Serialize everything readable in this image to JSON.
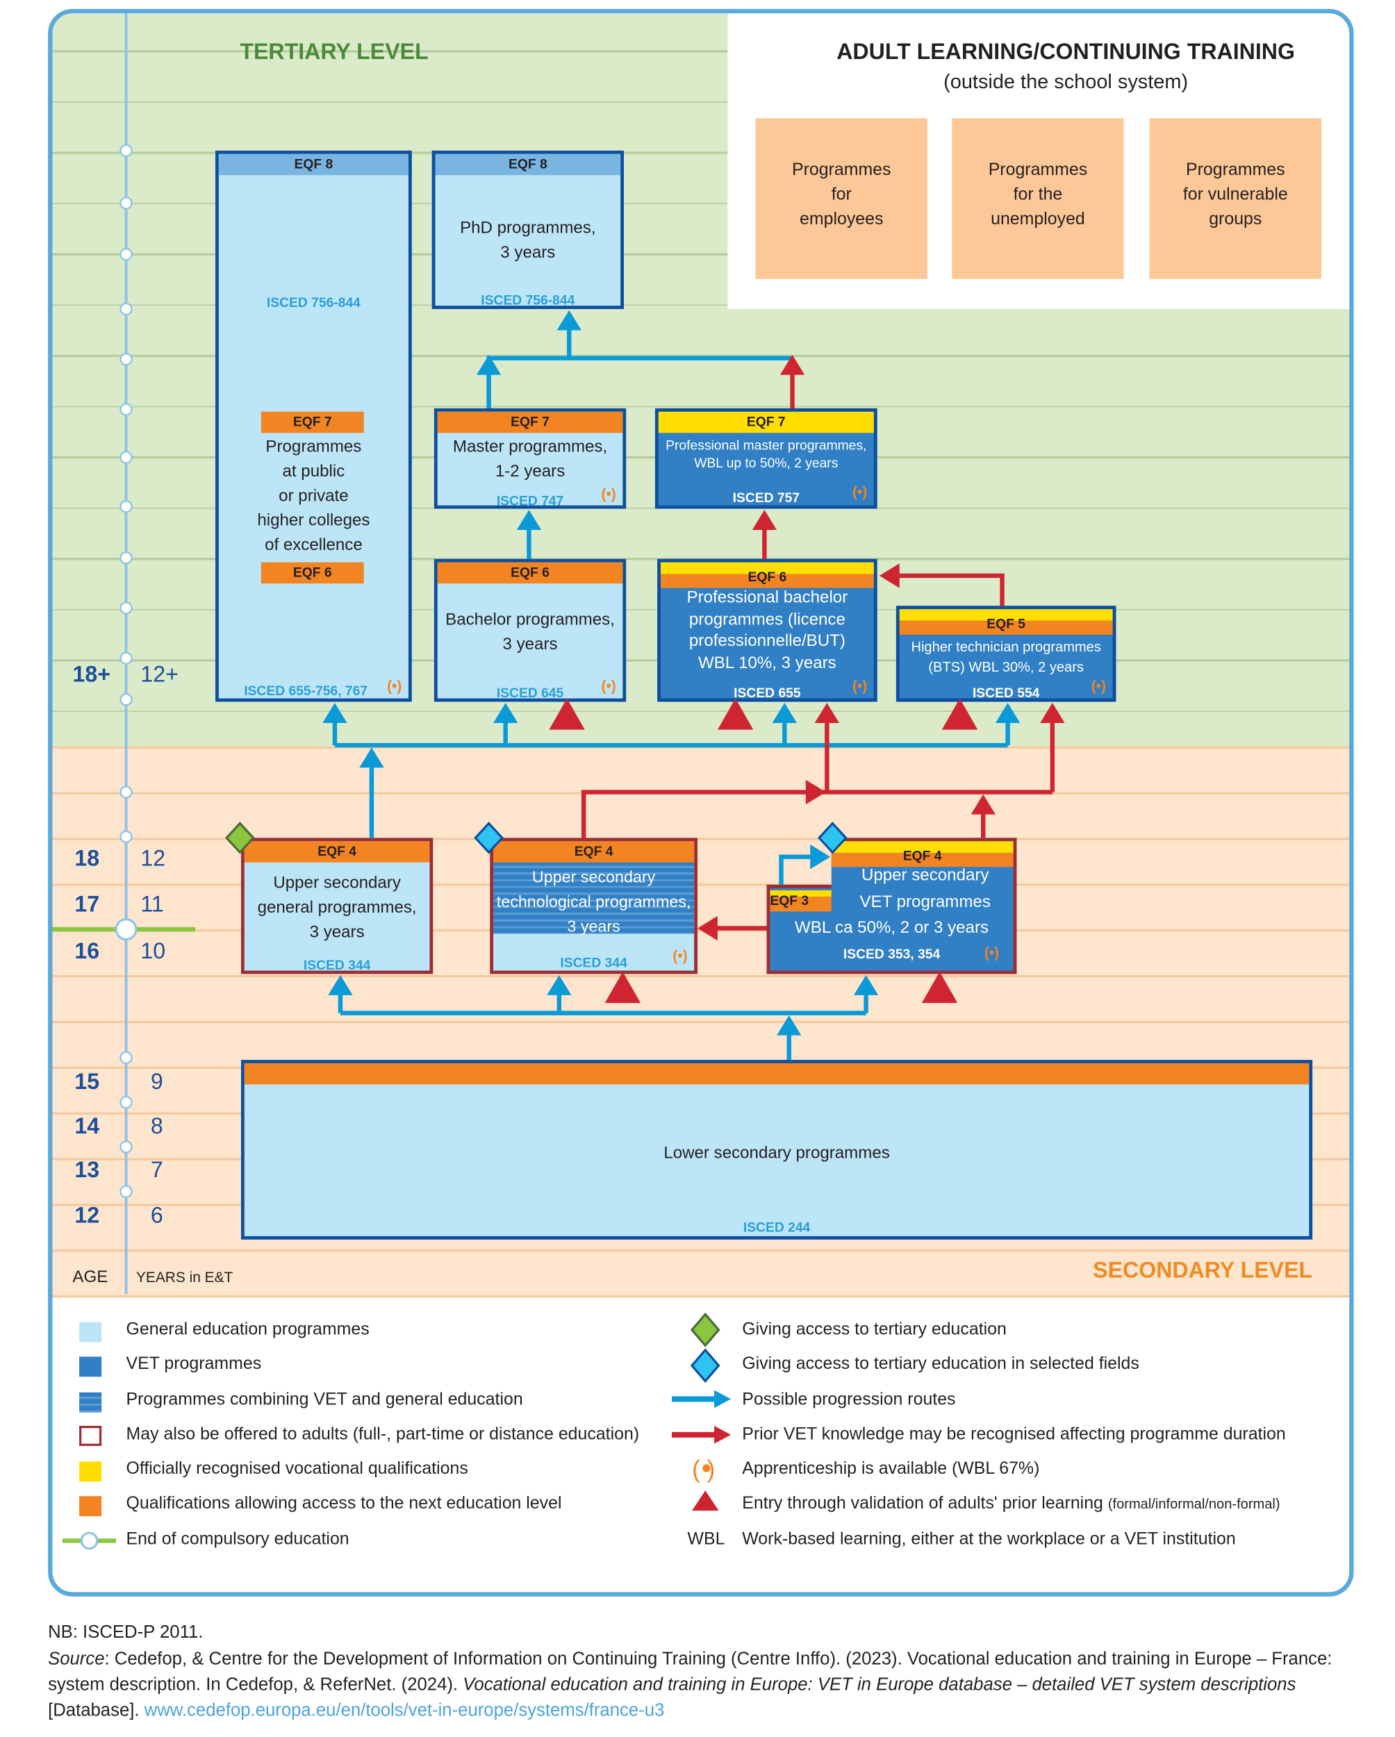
{
  "tertiary_title": "TERTIARY LEVEL",
  "secondary_title": "SECONDARY LEVEL",
  "adult": {
    "title": "ADULT LEARNING/CONTINUING TRAINING",
    "subtitle": "(outside the school system)",
    "boxes": [
      [
        "Programmes",
        "for",
        "employees"
      ],
      [
        "Programmes",
        "for the",
        "unemployed"
      ],
      [
        "Programmes",
        "for vulnerable",
        "groups"
      ]
    ]
  },
  "axis": {
    "age_label": "AGE",
    "years_label": "YEARS in E&T",
    "rows": [
      {
        "age": "18+",
        "years": "12+"
      },
      {
        "age": "18",
        "years": "12"
      },
      {
        "age": "17",
        "years": "11"
      },
      {
        "age": "16",
        "years": "10"
      },
      {
        "age": "15",
        "years": "9"
      },
      {
        "age": "14",
        "years": "8"
      },
      {
        "age": "13",
        "years": "7"
      },
      {
        "age": "12",
        "years": "6"
      }
    ]
  },
  "programmes": {
    "colleges": {
      "eqf_top": "EQF 8",
      "isced_top": "ISCED 756-844",
      "eqf_mid": "EQF 7",
      "lines": [
        "Programmes",
        "at public",
        "or private",
        "higher colleges",
        "of excellence"
      ],
      "eqf_low": "EQF 6",
      "isced": "ISCED 655-756, 767"
    },
    "phd": {
      "eqf": "EQF 8",
      "lines": [
        "PhD programmes,",
        "3 years"
      ],
      "isced": "ISCED 756-844"
    },
    "master": {
      "eqf": "EQF 7",
      "lines": [
        "Master programmes,",
        "1-2 years"
      ],
      "isced": "ISCED 747"
    },
    "prof_master": {
      "eqf": "EQF 7",
      "lines": [
        "Professional master programmes,",
        "WBL up to 50%, 2 years"
      ],
      "isced": "ISCED 757"
    },
    "bachelor": {
      "eqf": "EQF 6",
      "lines": [
        "Bachelor programmes,",
        "3 years"
      ],
      "isced": "ISCED 645"
    },
    "prof_bachelor": {
      "eqf": "EQF 6",
      "lines": [
        "Professional bachelor",
        "programmes (licence",
        "professionnelle/BUT)",
        "WBL 10%, 3 years"
      ],
      "isced": "ISCED 655"
    },
    "bts": {
      "eqf": "EQF 5",
      "lines": [
        "Higher technician programmes",
        "(BTS)  WBL 30%, 2 years"
      ],
      "isced": "ISCED 554"
    },
    "upper_general": {
      "eqf": "EQF 4",
      "lines": [
        "Upper secondary",
        "general programmes,",
        "3 years"
      ],
      "isced": "ISCED 344"
    },
    "upper_tech": {
      "eqf": "EQF 4",
      "lines": [
        "Upper secondary",
        "technological programmes,",
        "3 years"
      ],
      "isced": "ISCED 344"
    },
    "upper_vet": {
      "eqf": "EQF 4",
      "eqf_low": "EQF 3",
      "lines": [
        "Upper secondary",
        "VET programmes",
        "WBL ca 50%, 2 or 3 years"
      ],
      "isced": "ISCED 353, 354"
    },
    "lower_secondary": {
      "lines": [
        "Lower secondary programmes"
      ],
      "isced": "ISCED 244"
    }
  },
  "apprenticeship_symbol": "(•)",
  "legend": {
    "left": [
      {
        "icon": "general-swatch",
        "label": "General education programmes"
      },
      {
        "icon": "vet-swatch",
        "label": "VET programmes"
      },
      {
        "icon": "combined-swatch",
        "label": "Programmes combining VET and general education"
      },
      {
        "icon": "adult-outline-swatch",
        "label": "May also be offered to adults (full-, part-time or distance education)"
      },
      {
        "icon": "yellow-swatch",
        "label": "Officially recognised vocational qualifications"
      },
      {
        "icon": "orange-swatch",
        "label": "Qualifications allowing access to the next education level"
      },
      {
        "icon": "compulsory-end",
        "label": "End of compulsory education"
      }
    ],
    "right": [
      {
        "icon": "green-diamond",
        "label": "Giving access to tertiary education"
      },
      {
        "icon": "blue-diamond",
        "label": "Giving access to tertiary education in selected fields"
      },
      {
        "icon": "blue-arrow",
        "label": "Possible progression routes"
      },
      {
        "icon": "red-arrow",
        "label": "Prior VET knowledge may be recognised affecting programme duration"
      },
      {
        "icon": "apprenticeship",
        "label": "Apprenticeship is available (WBL 67%)"
      },
      {
        "icon": "red-triangle",
        "label": "Entry through validation of adults' prior learning",
        "small": "(formal/informal/non-formal)"
      },
      {
        "icon": "wbl",
        "symbol": "WBL",
        "label": "Work-based learning, either at the workplace or a VET institution"
      }
    ]
  },
  "footer": {
    "nb": "NB: ISCED-P 2011.",
    "source_label": "Source",
    "source_1": ": Cedefop, & Centre for the Development of Information on Continuing Training (Centre Inffo). (2023). Vocational education and training in Europe – France:",
    "source_2": "system description. In Cedefop, & ReferNet. (2024). ",
    "source_2_italic": "Vocational education and training in Europe: VET in Europe database – detailed VET system descriptions",
    "source_3": "[Database]. ",
    "link": "www.cedefop.europa.eu/en/tools/vet-in-europe/systems/france-u3"
  },
  "colors": {
    "general": "#bde5f8",
    "vet": "#317fc4",
    "progression": "#0a9ad8",
    "prior_vet": "#cf2530",
    "eqf_orange": "#f28421",
    "eqf_yellow": "#ffde00",
    "tertiary_bg": "#dbeac8",
    "secondary_bg": "#fde6cd",
    "adult_box": "#fdc898"
  }
}
